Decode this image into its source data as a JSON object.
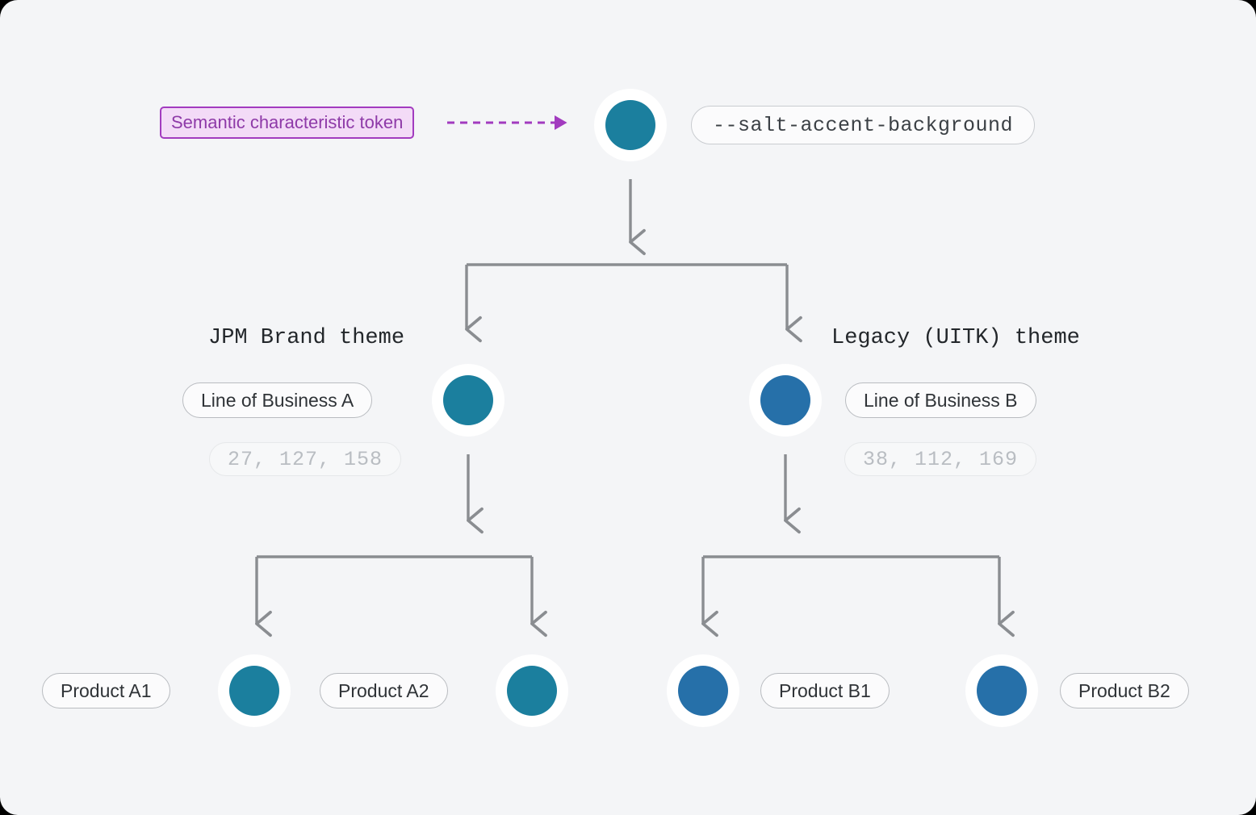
{
  "page": {
    "title": "Salt design system token inheritance",
    "background": "#f4f5f7",
    "connector_color": "#8a8d91"
  },
  "callout": {
    "label": "Semantic characteristic token",
    "border_color": "#a23bbf",
    "fill_color": "#f3dbf7",
    "text_color": "#8e3aa8",
    "arrow_color": "#a23bbf",
    "arrow_style": "dashed"
  },
  "root": {
    "token_label": "--salt-accent-background",
    "swatch_color": "#1b7f9e",
    "node_name": "root-accent-swatch"
  },
  "themes": [
    {
      "name": "jpm-brand-theme",
      "caption": "JPM Brand theme",
      "lob_label": "Line of Business A",
      "rgb_label": "27, 127, 158",
      "swatch_color": "#1b7f9e",
      "products": [
        {
          "label": "Product A1",
          "swatch_color": "#1b7f9e"
        },
        {
          "label": "Product A2",
          "swatch_color": "#1b7f9e"
        }
      ]
    },
    {
      "name": "legacy-uitk-theme",
      "caption": "Legacy (UITK) theme",
      "lob_label": "Line of Business B",
      "rgb_label": "38, 112, 169",
      "swatch_color": "#2670a9",
      "products": [
        {
          "label": "Product B1",
          "swatch_color": "#2670a9"
        },
        {
          "label": "Product B2",
          "swatch_color": "#2670a9"
        }
      ]
    }
  ],
  "chart_data": {
    "type": "diagram",
    "title": "Semantic token inheritance tree",
    "nodes": [
      {
        "id": "root",
        "label": "--salt-accent-background",
        "color": "#1b7f9e",
        "level": 0
      },
      {
        "id": "lob-a",
        "label": "Line of Business A",
        "color": "#1b7f9e",
        "level": 1,
        "rgb": [
          27,
          127,
          158
        ],
        "theme": "JPM Brand theme"
      },
      {
        "id": "lob-b",
        "label": "Line of Business B",
        "color": "#2670a9",
        "level": 1,
        "rgb": [
          38,
          112,
          169
        ],
        "theme": "Legacy (UITK) theme"
      },
      {
        "id": "prod-a1",
        "label": "Product A1",
        "color": "#1b7f9e",
        "level": 2
      },
      {
        "id": "prod-a2",
        "label": "Product A2",
        "color": "#1b7f9e",
        "level": 2
      },
      {
        "id": "prod-b1",
        "label": "Product B1",
        "color": "#2670a9",
        "level": 2
      },
      {
        "id": "prod-b2",
        "label": "Product B2",
        "color": "#2670a9",
        "level": 2
      }
    ],
    "edges": [
      {
        "from": "root",
        "to": "lob-a",
        "style": "solid"
      },
      {
        "from": "root",
        "to": "lob-b",
        "style": "solid"
      },
      {
        "from": "lob-a",
        "to": "prod-a1",
        "style": "solid"
      },
      {
        "from": "lob-a",
        "to": "prod-a2",
        "style": "solid"
      },
      {
        "from": "lob-b",
        "to": "prod-b1",
        "style": "solid"
      },
      {
        "from": "lob-b",
        "to": "prod-b2",
        "style": "solid"
      },
      {
        "from": "callout",
        "to": "root",
        "style": "dashed",
        "label": "Semantic characteristic token"
      }
    ]
  }
}
